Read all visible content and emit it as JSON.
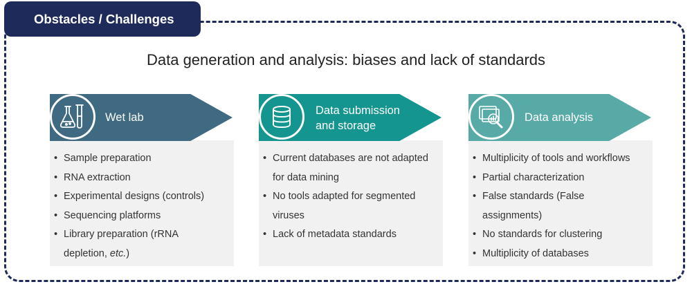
{
  "tab_label": "Obstacles / Challenges",
  "title": "Data generation and analysis: biases and lack of standards",
  "colors": {
    "navy": "#1e2a5a",
    "slate": "#3f6a82",
    "teal": "#149590",
    "teal_light": "#58aaa6",
    "card_bg": "#f1f1f1"
  },
  "columns": [
    {
      "icon": "lab-flask-icon",
      "heading_line1": "Wet lab",
      "heading_line2": "",
      "items": [
        {
          "text": "Sample preparation"
        },
        {
          "text": "RNA extraction"
        },
        {
          "text": "Experimental designs (controls)"
        },
        {
          "text": "Sequencing platforms"
        },
        {
          "text": "Library preparation (rRNA depletion, ",
          "italic": "etc.",
          "after": ")"
        }
      ]
    },
    {
      "icon": "database-icon",
      "heading_line1": "Data submission",
      "heading_line2": "and storage",
      "items": [
        {
          "text": "Current databases are not adapted for data mining"
        },
        {
          "text": "No tools adapted for segmented viruses"
        },
        {
          "text": "Lack of metadata standards"
        }
      ]
    },
    {
      "icon": "data-analysis-icon",
      "heading_line1": "Data analysis",
      "heading_line2": "",
      "items": [
        {
          "text": "Multiplicity of tools and workflows"
        },
        {
          "text": "Partial characterization"
        },
        {
          "text": "False standards (False assignments)"
        },
        {
          "text": "No standards for clustering"
        },
        {
          "text": "Multiplicity of databases"
        }
      ]
    }
  ]
}
